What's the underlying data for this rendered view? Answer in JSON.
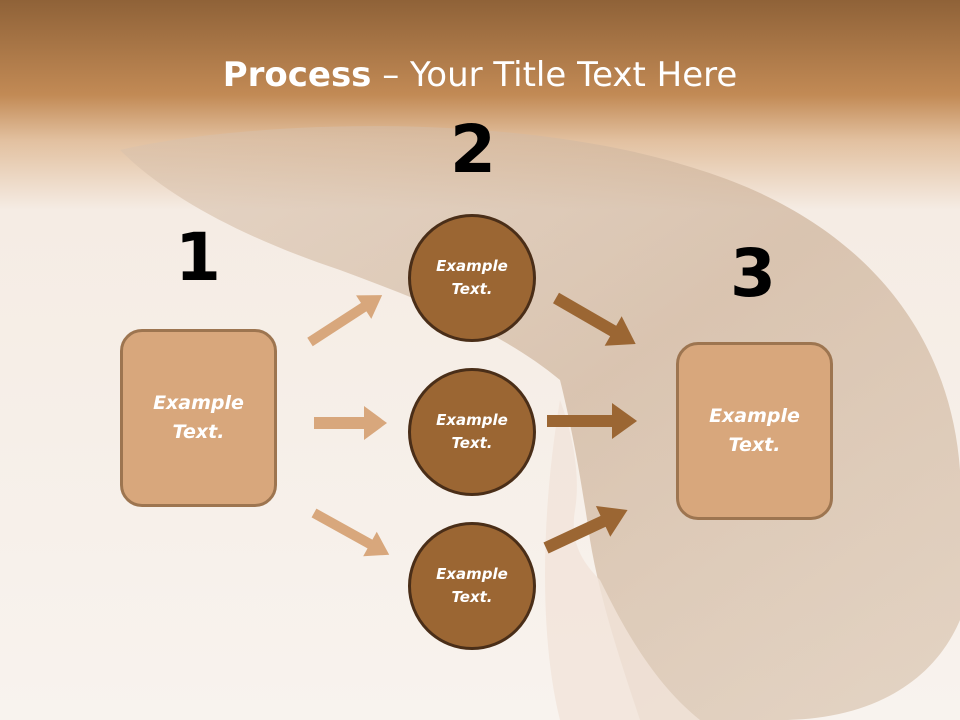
{
  "title": {
    "bold": "Process",
    "rest": " – Your Title Text Here"
  },
  "steps": {
    "one": "1",
    "two": "2",
    "three": "3"
  },
  "nodes": {
    "left_box": {
      "line1": "Example",
      "line2": "Text."
    },
    "circle_top": {
      "line1": "Example",
      "line2": "Text."
    },
    "circle_middle": {
      "line1": "Example",
      "line2": "Text."
    },
    "circle_bottom": {
      "line1": "Example",
      "line2": "Text."
    },
    "right_box": {
      "line1": "Example",
      "line2": "Text."
    }
  },
  "colors": {
    "header": "#c28a55",
    "box_fill": "#d8a77c",
    "box_border": "#9d7550",
    "circle_fill": "#9b6633",
    "circle_border": "#4a2e18",
    "arrow_light": "#d8a77c",
    "arrow_dark": "#9b6633"
  }
}
